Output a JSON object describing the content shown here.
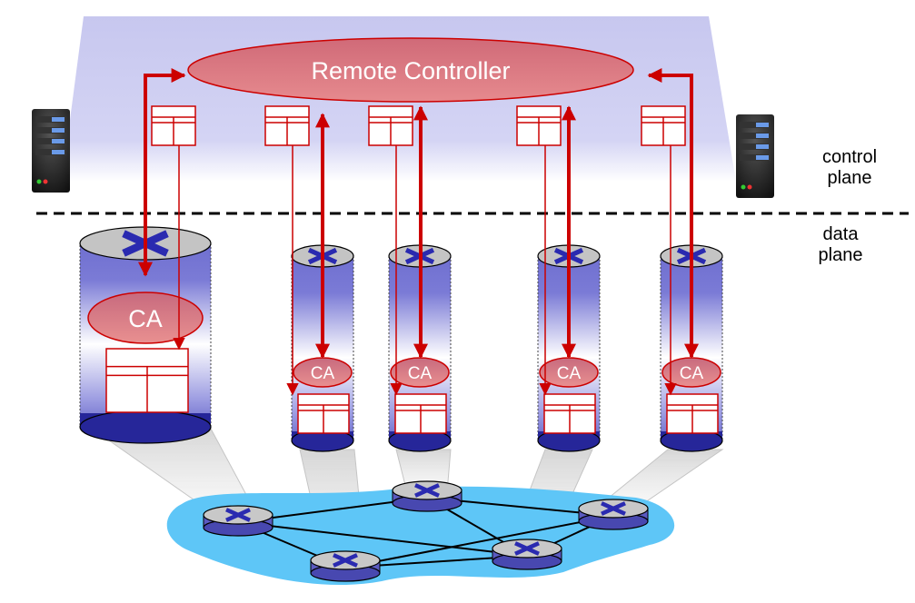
{
  "controller": {
    "label": "Remote Controller"
  },
  "agents": [
    "CA",
    "CA",
    "CA",
    "CA",
    "CA"
  ],
  "planes": {
    "control": "control plane",
    "data": "data plane"
  },
  "colors": {
    "arrow": "#cc0000",
    "controller_fill": "#d9717d",
    "control_region": "#c9c9f0",
    "network_cloud": "#5ec6f7",
    "switch_body": "#5555bb",
    "switch_cross": "#2a2ab0"
  },
  "icons": [
    "server-icon",
    "router-icon",
    "flow-table-icon"
  ]
}
